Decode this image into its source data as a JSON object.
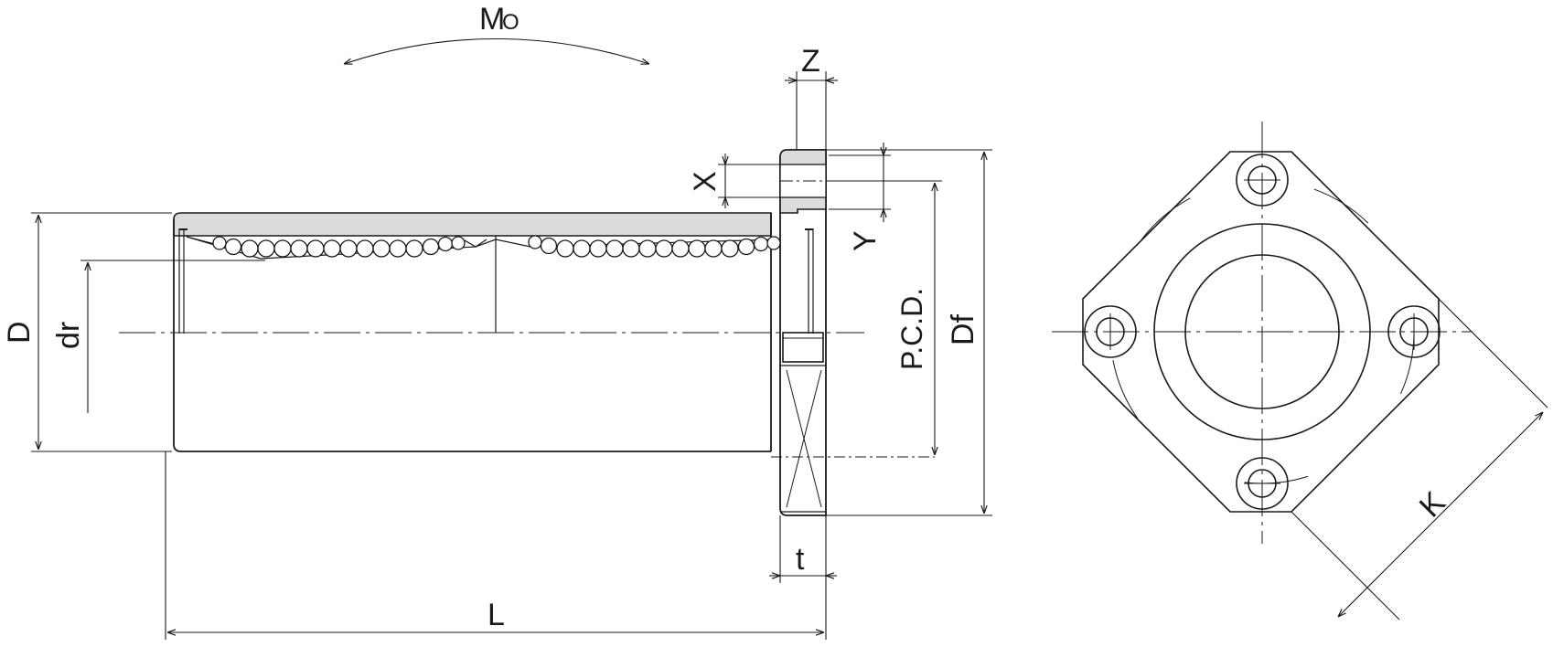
{
  "diagram": {
    "labels": {
      "moment": "M",
      "moment_sub": "O",
      "flange_width": "Z",
      "hole_depth": "X",
      "hole_offset": "Y",
      "outer_diameter": "D",
      "ball_diameter": "dr",
      "pcd": "P.C.D.",
      "flange_diameter": "Df",
      "flange_thickness": "t",
      "length": "L",
      "across_flats": "K"
    },
    "colors": {
      "line": "#1a1a1a",
      "housing_fill": "#dcdcdc",
      "background": "#ffffff"
    }
  }
}
